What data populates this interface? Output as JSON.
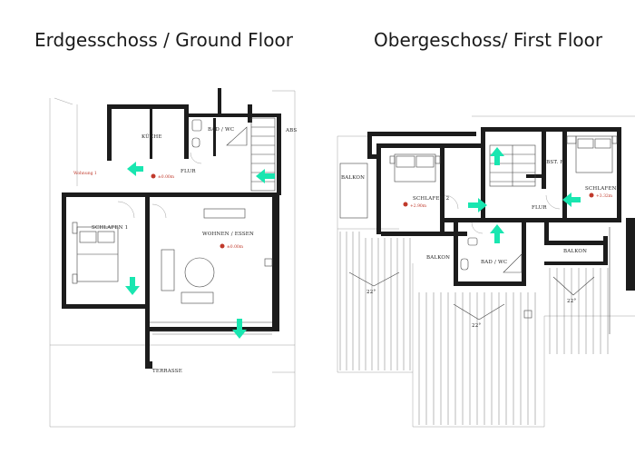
{
  "headings": {
    "ground_floor": "Erdgesschoss / Ground Floor",
    "first_floor": "Obergeschoss/ First Floor"
  },
  "ground_floor": {
    "rooms": {
      "kitchen": "KÜCHE",
      "bath": "BAD / WC",
      "hall": "FLUR",
      "bedroom": "SCHLAFEN 1",
      "living": "WOHNEN / ESSEN",
      "terrace": "TERRASSE",
      "storage_partial": "ABS"
    },
    "unit_label": "Wohnung 1",
    "levels": {
      "hall": "±0.00m",
      "living": "±0.00m"
    }
  },
  "first_floor": {
    "rooms": {
      "balcony_left": "BALKON",
      "bedroom2": "SCHLAFEN 2",
      "storage": "ABST. R",
      "bedroom3": "SCHLAFEN 3",
      "hall": "FLUR",
      "balcony_mid": "BALKON",
      "bath": "BAD / WC",
      "balcony_right": "BALKON"
    },
    "levels": {
      "bedroom2": "+2.90m",
      "bedroom3": "+3.32m"
    },
    "roof_pitches": [
      "22°",
      "22°",
      "22°"
    ]
  },
  "colors": {
    "arrow": "#19e6b0",
    "wall": "#1c1c1c",
    "level_mark": "#c0392b"
  }
}
